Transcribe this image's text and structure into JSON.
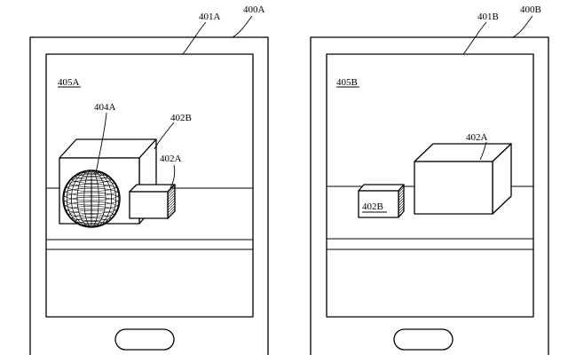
{
  "labels": {
    "device_a": "400A",
    "screen_a": "401A",
    "view_a": "405A",
    "sphere": "404A",
    "box_b_in_a": "402B",
    "box_a_in_a": "402A",
    "device_b": "400B",
    "screen_b": "401B",
    "view_b": "405B",
    "box_a_in_b": "402A",
    "box_b_in_b": "402B"
  },
  "colors": {
    "line": "#000000",
    "background": "#ffffff"
  }
}
